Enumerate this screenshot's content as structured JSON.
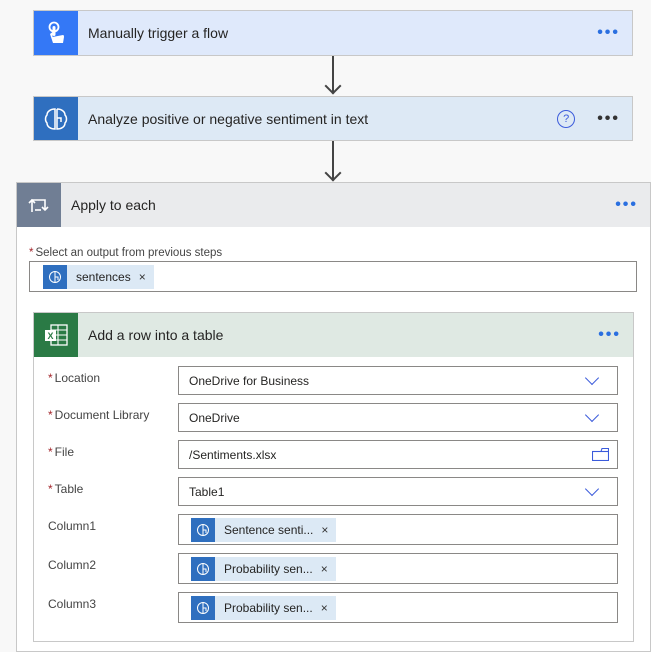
{
  "steps": {
    "trigger": {
      "title": "Manually trigger a flow",
      "icon": "hand-touch-icon",
      "more_label": "•••",
      "color": "#3478f6",
      "header_bg": "#dfe9fb"
    },
    "sentiment": {
      "title": "Analyze positive or negative sentiment in text",
      "icon": "brain-icon",
      "help_label": "?",
      "more_label": "•••",
      "color": "#2f6fbf",
      "header_bg": "#dde9f5"
    },
    "apply_each": {
      "title": "Apply to each",
      "icon": "loop-icon",
      "more_label": "•••",
      "color": "#707e94",
      "header_bg": "#eaebed",
      "select_label": "Select an output from previous steps",
      "required_mark": "*",
      "token": {
        "text": "sentences",
        "remove": "×"
      }
    },
    "add_row": {
      "title": "Add a row into a table",
      "icon": "excel-icon",
      "more_label": "•••",
      "color": "#2a7a45",
      "header_bg": "#dfe9e3",
      "fields": [
        {
          "label": "Location",
          "required": "*",
          "value": "OneDrive for Business",
          "control": "dropdown"
        },
        {
          "label": "Document Library",
          "required": "*",
          "value": "OneDrive",
          "control": "dropdown"
        },
        {
          "label": "File",
          "required": "*",
          "value": "/Sentiments.xlsx",
          "control": "file-picker"
        },
        {
          "label": "Table",
          "required": "*",
          "value": "Table1",
          "control": "dropdown"
        },
        {
          "label": "Column1",
          "token": "Sentence senti...",
          "remove": "×"
        },
        {
          "label": "Column2",
          "token": "Probability sen...",
          "remove": "×"
        },
        {
          "label": "Column3",
          "token": "Probability sen...",
          "remove": "×"
        }
      ]
    }
  }
}
